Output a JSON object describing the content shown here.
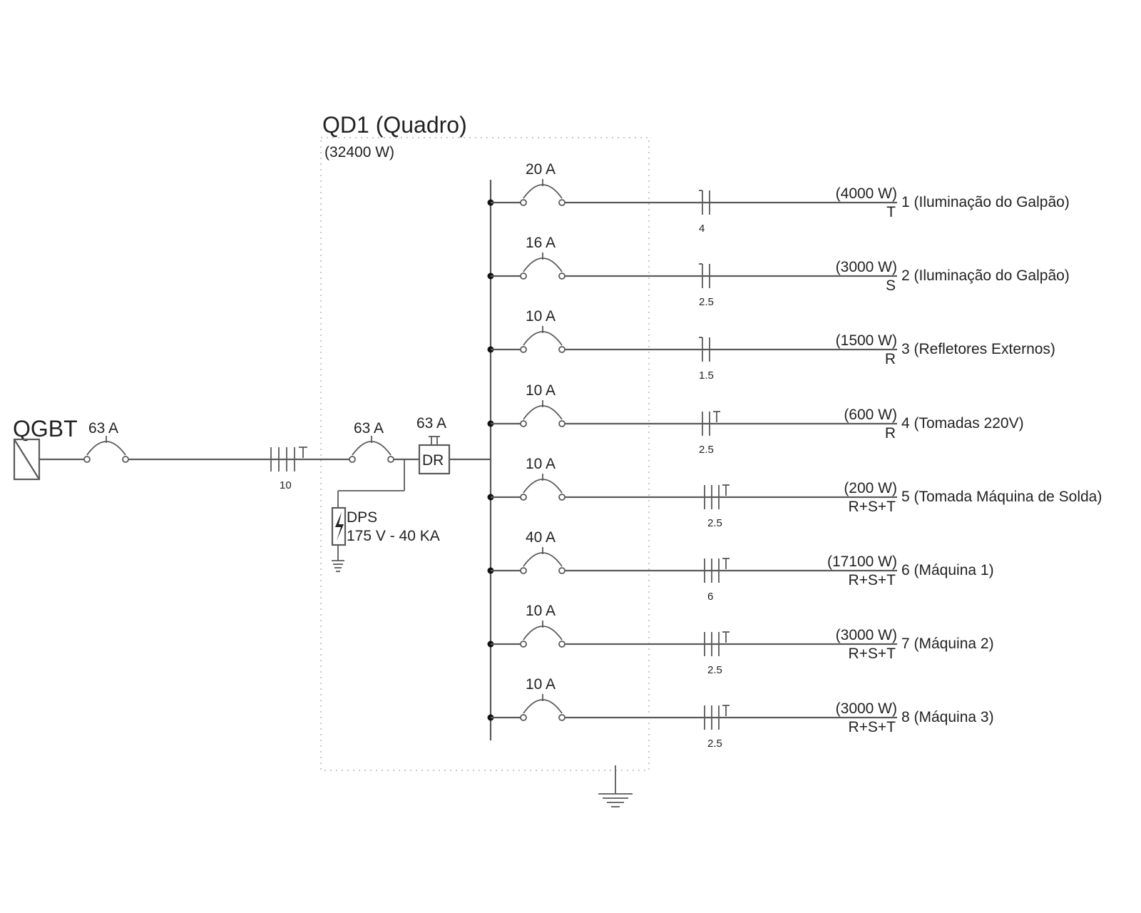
{
  "colors": {
    "line": "#5a5a5a",
    "text": "#222222",
    "box_border": "#c8c8c8"
  },
  "source": {
    "name": "QGBT",
    "breaker": "63 A",
    "cable_section": "10"
  },
  "panel": {
    "title": "QD1 (Quadro)",
    "power": "(32400 W)",
    "main_breaker": "63 A",
    "dr": {
      "rating": "63 A",
      "label": "DR"
    },
    "dps": {
      "label": "DPS",
      "spec": "175 V - 40 KA"
    }
  },
  "circuits": [
    {
      "breaker": "20 A",
      "section": "4",
      "power": "(4000 W)",
      "phase": "T",
      "label": "1 (Iluminação do Galpão)",
      "conductors": 2,
      "ground": false
    },
    {
      "breaker": "16 A",
      "section": "2.5",
      "power": "(3000 W)",
      "phase": "S",
      "label": "2 (Iluminação do Galpão)",
      "conductors": 2,
      "ground": false
    },
    {
      "breaker": "10 A",
      "section": "1.5",
      "power": "(1500 W)",
      "phase": "R",
      "label": "3 (Refletores Externos)",
      "conductors": 2,
      "ground": false
    },
    {
      "breaker": "10 A",
      "section": "2.5",
      "power": "(600 W)",
      "phase": "R",
      "label": "4 (Tomadas 220V)",
      "conductors": 2,
      "ground": true
    },
    {
      "breaker": "10 A",
      "section": "2.5",
      "power": "(200 W)",
      "phase": "R+S+T",
      "label": "5 (Tomada Máquina de Solda)",
      "conductors": 3,
      "ground": true
    },
    {
      "breaker": "40 A",
      "section": "6",
      "power": "(17100 W)",
      "phase": "R+S+T",
      "label": "6 (Máquina 1)",
      "conductors": 3,
      "ground": true
    },
    {
      "breaker": "10 A",
      "section": "2.5",
      "power": "(3000 W)",
      "phase": "R+S+T",
      "label": "7 (Máquina 2)",
      "conductors": 3,
      "ground": true
    },
    {
      "breaker": "10 A",
      "section": "2.5",
      "power": "(3000 W)",
      "phase": "R+S+T",
      "label": "8 (Máquina 3)",
      "conductors": 3,
      "ground": true
    }
  ]
}
